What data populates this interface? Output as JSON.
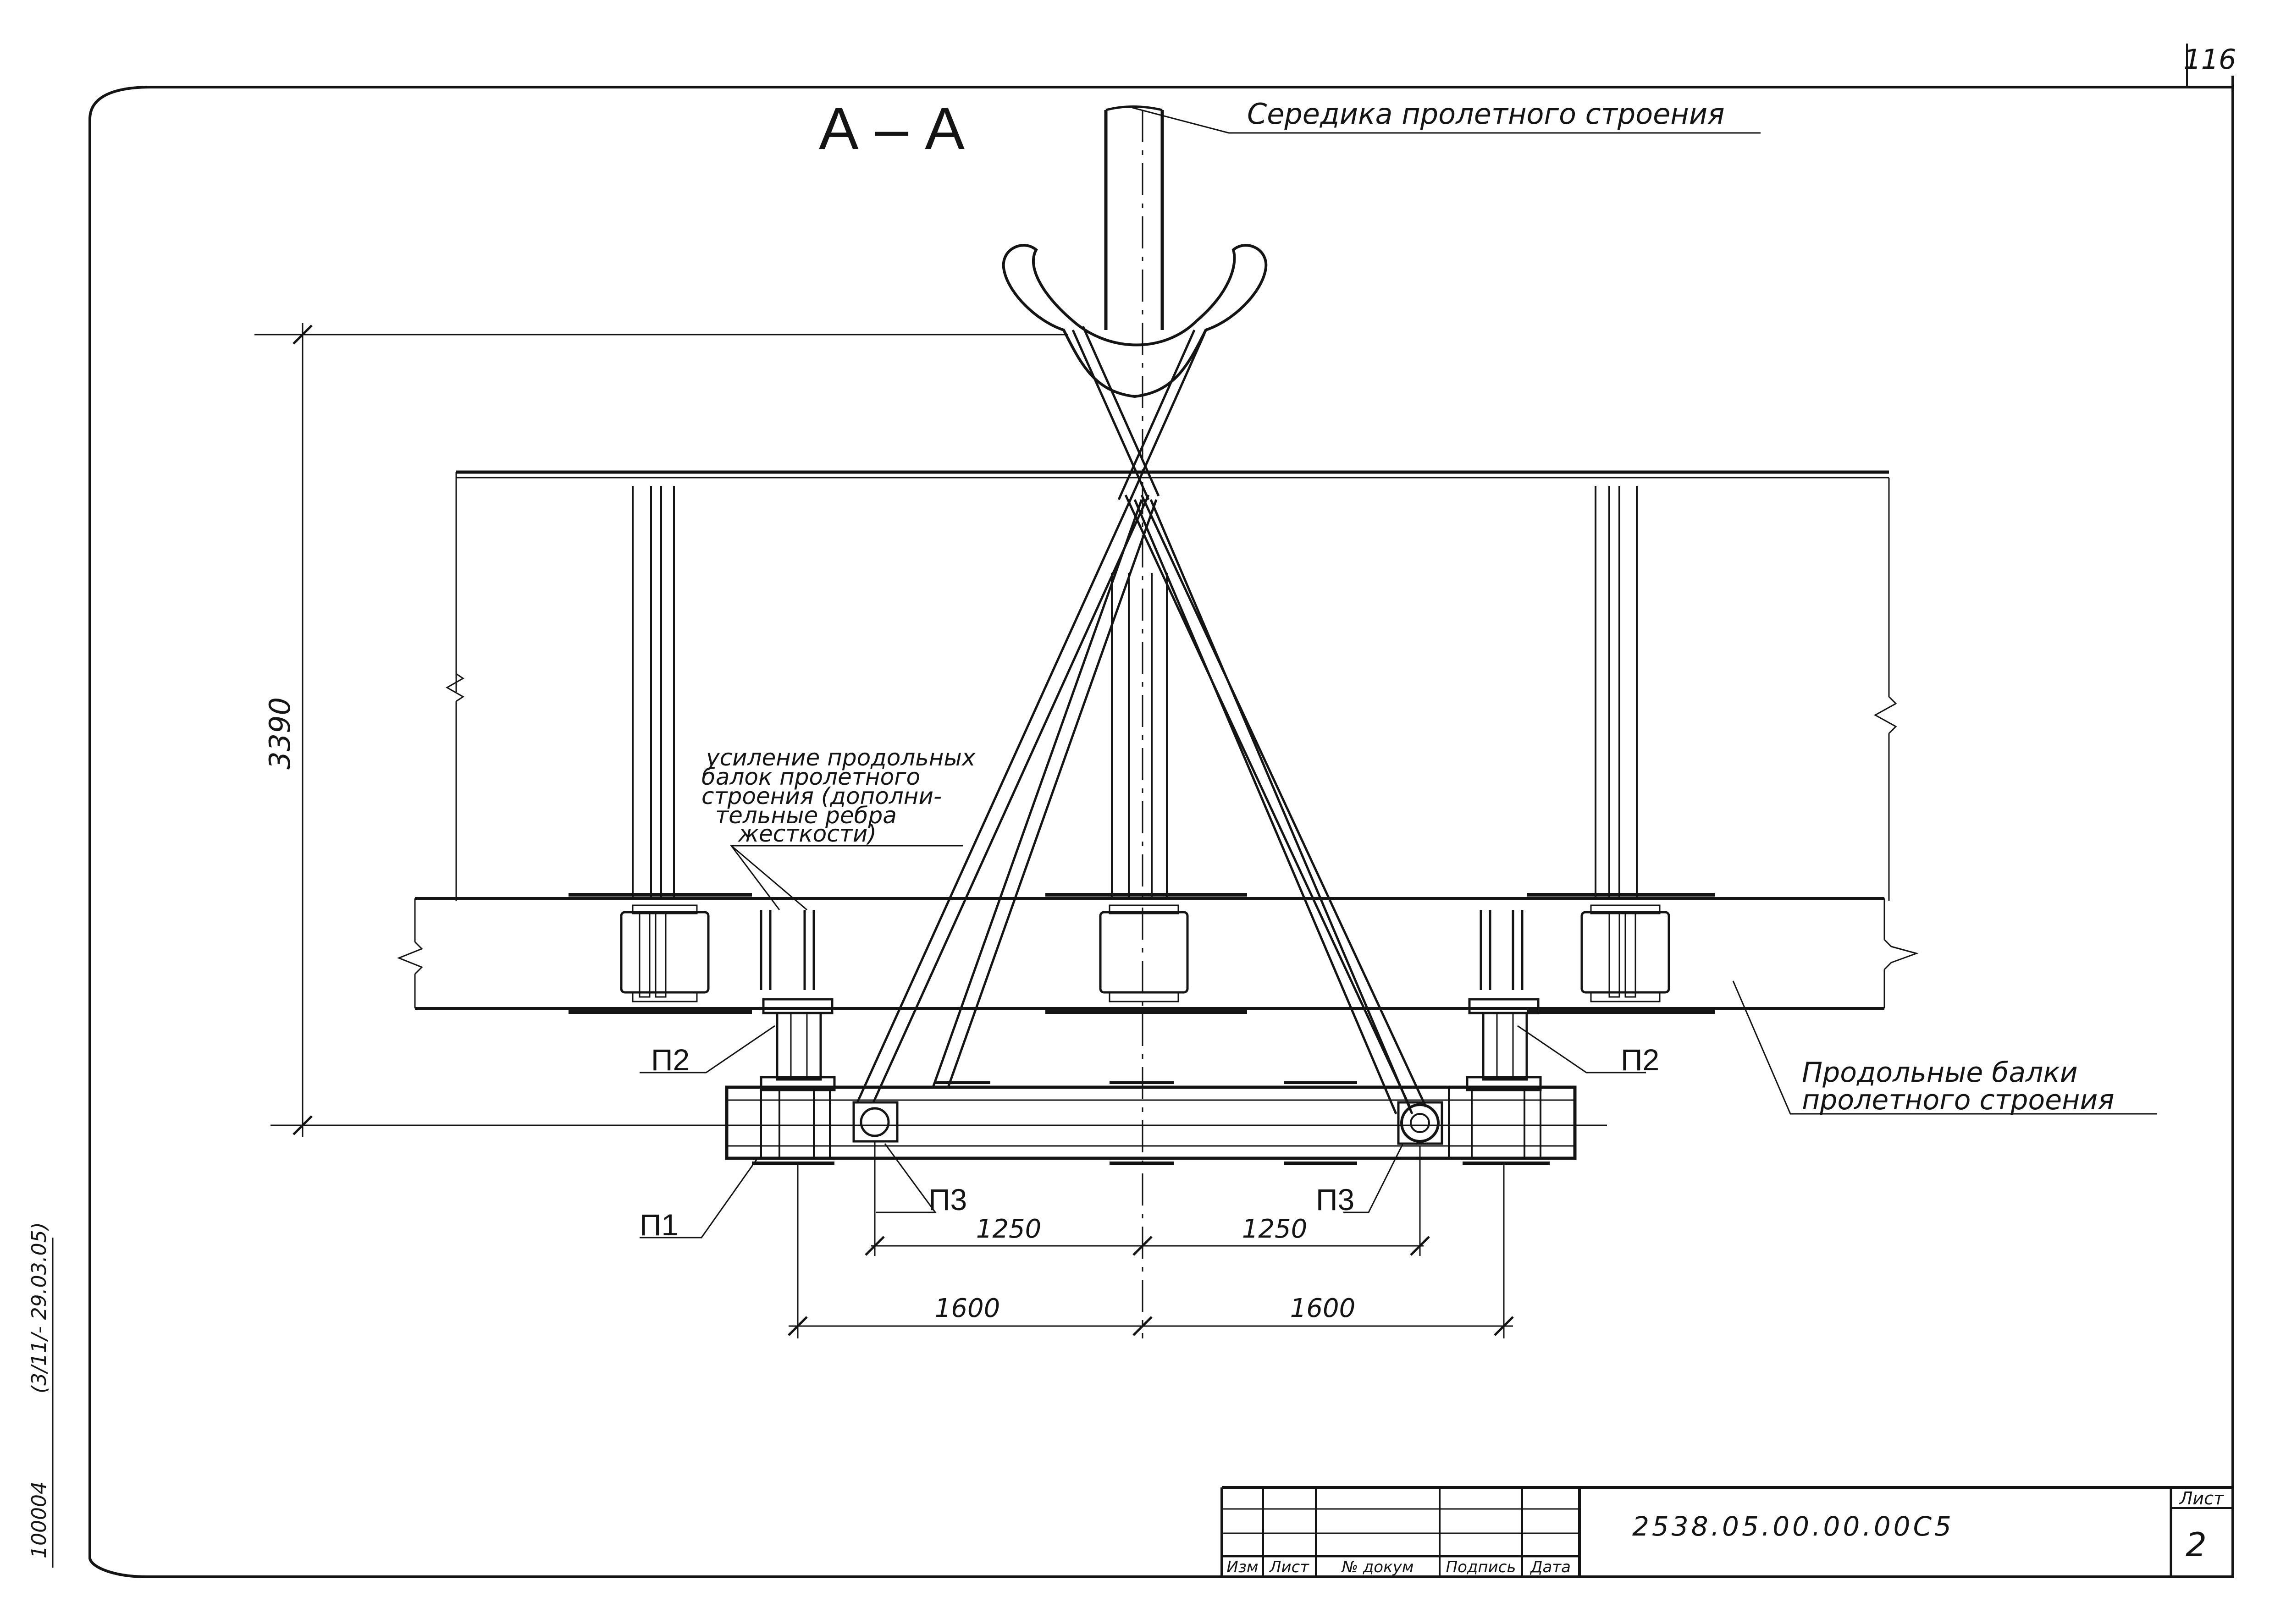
{
  "sheet": {
    "page_number": "116",
    "section_title": "А – А",
    "side_stamp": "100004",
    "side_note": "(3/11/- 29.03.05)"
  },
  "callouts": {
    "span_center": "Середика пролетного строения",
    "reinforcement": [
      "усиление продольных",
      "балок пролетного",
      "строения (дополни-",
      "тельные ребра",
      "жесткости)"
    ],
    "longitudinal_beams": [
      "Продольные балки",
      "пролетного строения"
    ]
  },
  "labels": {
    "p1": "П1",
    "p2_left": "П2",
    "p2_right": "П2",
    "p3_left": "П3",
    "p3_right": "П3"
  },
  "dimensions": {
    "height": "3390",
    "inner_left": "1250",
    "inner_right": "1250",
    "outer_left": "1600",
    "outer_right": "1600"
  },
  "title_block": {
    "headers": [
      "Изм",
      "Лист",
      "№ докум",
      "Подпись",
      "Дата"
    ],
    "document_code": "2538.05.00.00.00С5",
    "sheet_label": "Лист",
    "sheet_number": "2"
  }
}
